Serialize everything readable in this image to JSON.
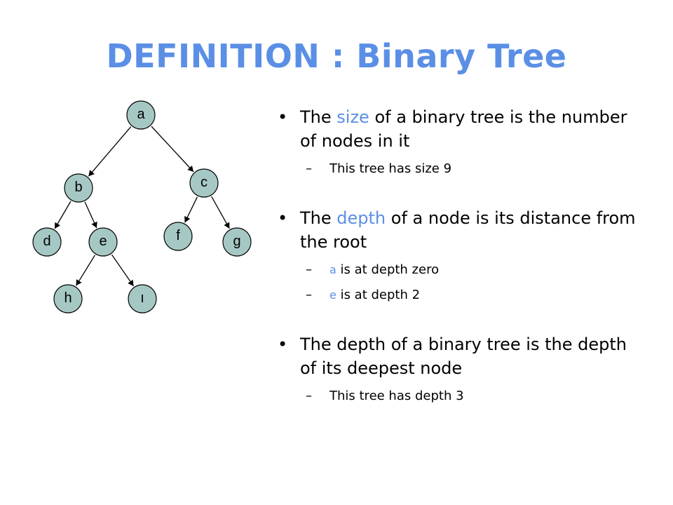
{
  "title": "DEFINITION : Binary Tree",
  "tree": {
    "nodes": [
      {
        "id": "a",
        "label": "a"
      },
      {
        "id": "b",
        "label": "b"
      },
      {
        "id": "c",
        "label": "c"
      },
      {
        "id": "d",
        "label": "d"
      },
      {
        "id": "e",
        "label": "e"
      },
      {
        "id": "f",
        "label": "f"
      },
      {
        "id": "g",
        "label": "g"
      },
      {
        "id": "h",
        "label": "h"
      },
      {
        "id": "i",
        "label": "ı"
      }
    ],
    "edges": [
      [
        "a",
        "b"
      ],
      [
        "a",
        "c"
      ],
      [
        "b",
        "d"
      ],
      [
        "b",
        "e"
      ],
      [
        "c",
        "f"
      ],
      [
        "c",
        "g"
      ],
      [
        "e",
        "h"
      ],
      [
        "e",
        "i"
      ]
    ],
    "node_color": "#a6c8c4"
  },
  "accent_color": "#5b8fe6",
  "bullets": [
    {
      "pre": "The ",
      "highlight": "size",
      "post": " of a binary tree is the number of nodes in it",
      "subs": [
        {
          "var": "",
          "text": "This tree has size 9"
        }
      ]
    },
    {
      "pre": "The ",
      "highlight": "depth",
      "post": " of a node is its distance from the root",
      "subs": [
        {
          "var": "a",
          "text": " is at depth zero"
        },
        {
          "var": "e",
          "text": " is at depth 2"
        }
      ]
    },
    {
      "pre": "The depth of a binary tree is the depth of its deepest node",
      "highlight": "",
      "post": "",
      "subs": [
        {
          "var": "",
          "text": "This tree has depth 3"
        }
      ]
    }
  ],
  "bullet_glyph": "•",
  "dash_glyph": "–"
}
